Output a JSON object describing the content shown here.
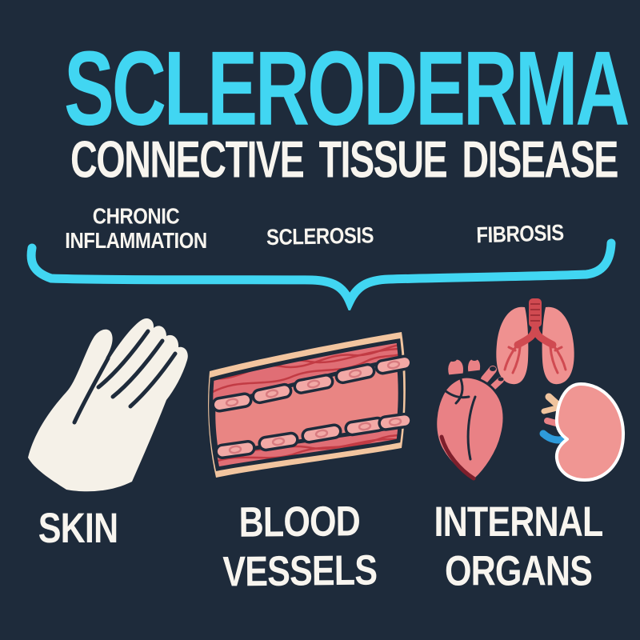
{
  "poster": {
    "title": "SCLERODERMA",
    "subtitle": "CONNECTIVE TISSUE DISEASE",
    "processes": [
      {
        "line1": "CHRONIC",
        "line2": "INFLAMMATION"
      },
      {
        "line1": "SCLEROSIS"
      },
      {
        "line1": "FIBROSIS"
      }
    ],
    "brace_icon": "curly-brace-icon",
    "targets": [
      {
        "line1": "SKIN",
        "icon": "hand-skin-icon"
      },
      {
        "line1": "BLOOD",
        "line2": "VESSELS",
        "icon": "blood-vessel-icon"
      },
      {
        "line1": "INTERNAL",
        "line2": "ORGANS",
        "icon": "internal-organs-icon"
      }
    ],
    "colors": {
      "background": "#1E2B3B",
      "accent_cyan": "#41D6F2",
      "text_white": "#F8F5EF",
      "skin_tone": "#F5F1E8",
      "vessel_outer_cream": "#F2C59F",
      "vessel_muscle": "#E06E75",
      "vessel_lumen": "#E98583",
      "endothelium_pink": "#F2A9A6",
      "nucleus_outline": "#D87B80",
      "fiber_red": "#C23B44",
      "organ_pink": "#EF9190",
      "heart_pink": "#E98185",
      "bronchi_red": "#D04A51",
      "dark_red_shading": "#7E1F2C",
      "kidney_pink": "#F09693",
      "kidney_vein_blue": "#2E9BDB",
      "kidney_artery_cream": "#F0C49E"
    }
  }
}
